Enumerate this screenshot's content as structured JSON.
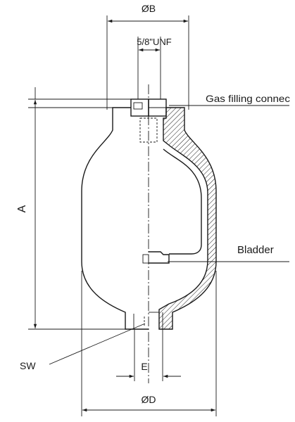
{
  "labels": {
    "dim_b": "ØB",
    "thread": "5/8\"UNF",
    "gas_filling": "Gas filling connec",
    "dim_a": "A",
    "bladder": "Bladder",
    "sw": "SW",
    "dim_e": "E",
    "dim_d": "ØD"
  },
  "colors": {
    "line": "#1a1a1a",
    "background": "#ffffff"
  }
}
